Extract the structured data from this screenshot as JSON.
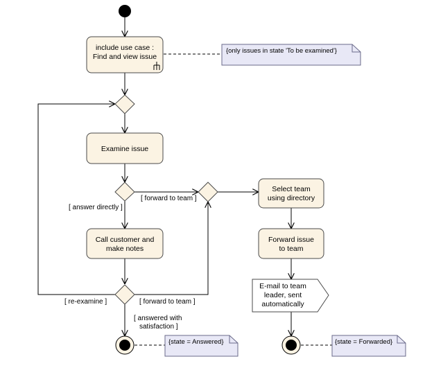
{
  "colors": {
    "action_fill": "#fbf3e3",
    "action_stroke": "#4a4a4a",
    "decision_fill": "#fbf3e3",
    "note_fill": "#e8e8f6",
    "note_stroke": "#6a6a8a",
    "line": "#000000",
    "dash": "#000000"
  },
  "icons": {
    "fork": "rake-icon"
  },
  "actions": {
    "find_issue": [
      "include use case :",
      "Find and view issue"
    ],
    "examine": [
      "Examine issue"
    ],
    "call_customer": [
      "Call customer and",
      "make notes"
    ],
    "select_team": [
      "Select team",
      "using directory"
    ],
    "forward_issue": [
      "Forward issue",
      "to team"
    ],
    "email": [
      "E-mail to team",
      "leader, sent",
      "automatically"
    ]
  },
  "guards": {
    "answer_directly": "[ answer directly ]",
    "forward_to_team_1": "[ forward to team ]",
    "re_examine": "[ re-examine ]",
    "forward_to_team_2": "[ forward to team ]",
    "answered_with": [
      "[ answered with",
      "satisfaction ]"
    ]
  },
  "notes": {
    "only_issues": "{only issues in state 'To be examined'}",
    "state_answered": "{state = Answered}",
    "state_forwarded": "{state = Forwarded}"
  }
}
